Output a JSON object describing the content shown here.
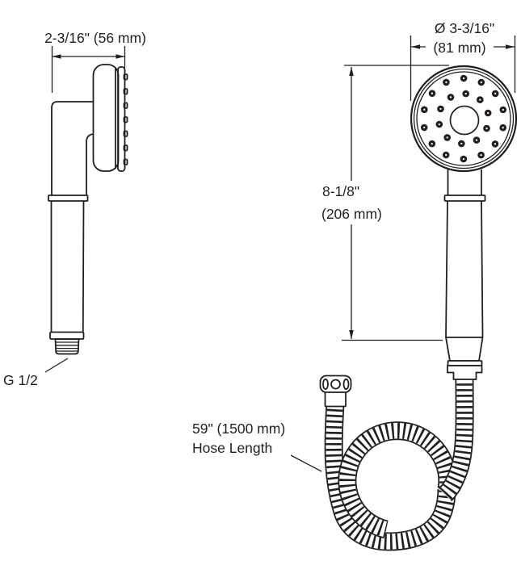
{
  "diagram": {
    "side_view": {
      "width_dimension": "2-3/16\" (56 mm)",
      "thread_label": "G 1/2"
    },
    "front_view": {
      "diameter_line1": "Ø 3-3/16\"",
      "diameter_line2": "(81 mm)",
      "height_line1": "8-1/8\"",
      "height_line2": "(206 mm)"
    },
    "hose": {
      "label_line1": "59\" (1500 mm)",
      "label_line2": "Hose Length"
    },
    "colors": {
      "line": "#231f20",
      "background": "#ffffff"
    }
  }
}
